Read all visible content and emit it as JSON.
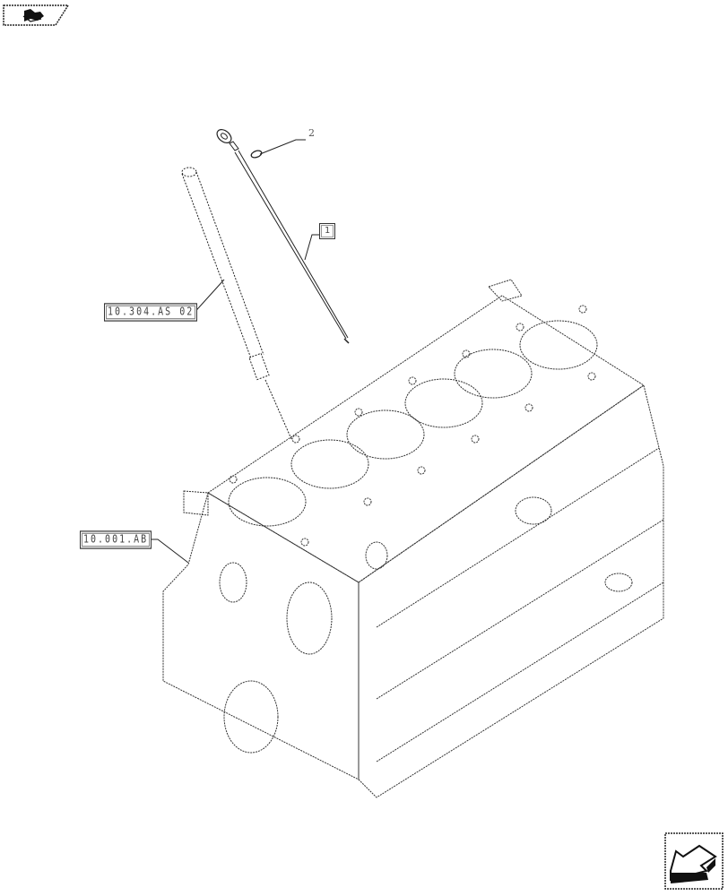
{
  "diagram": {
    "type": "exploded parts diagram",
    "subject": "engine crankcase / cylinder block with oil dipstick and guide tube",
    "navigation": {
      "previous": {
        "icon": "book-back-icon",
        "label": ""
      },
      "next": {
        "icon": "arrow-next-icon",
        "label": ""
      }
    },
    "callouts": [
      {
        "id": "1",
        "label": "1",
        "style": "boxed",
        "part": "oil dipstick"
      },
      {
        "id": "2",
        "label": "2",
        "style": "plain",
        "part": "o-ring seal"
      }
    ],
    "references": [
      {
        "id": "ref-10304",
        "label": "10.304.AS 02",
        "part": "dipstick guide tube"
      },
      {
        "id": "ref-10001",
        "label": "10.001.AB",
        "part": "engine block"
      }
    ],
    "colors": {
      "line": "#222222",
      "background": "#ffffff"
    }
  }
}
